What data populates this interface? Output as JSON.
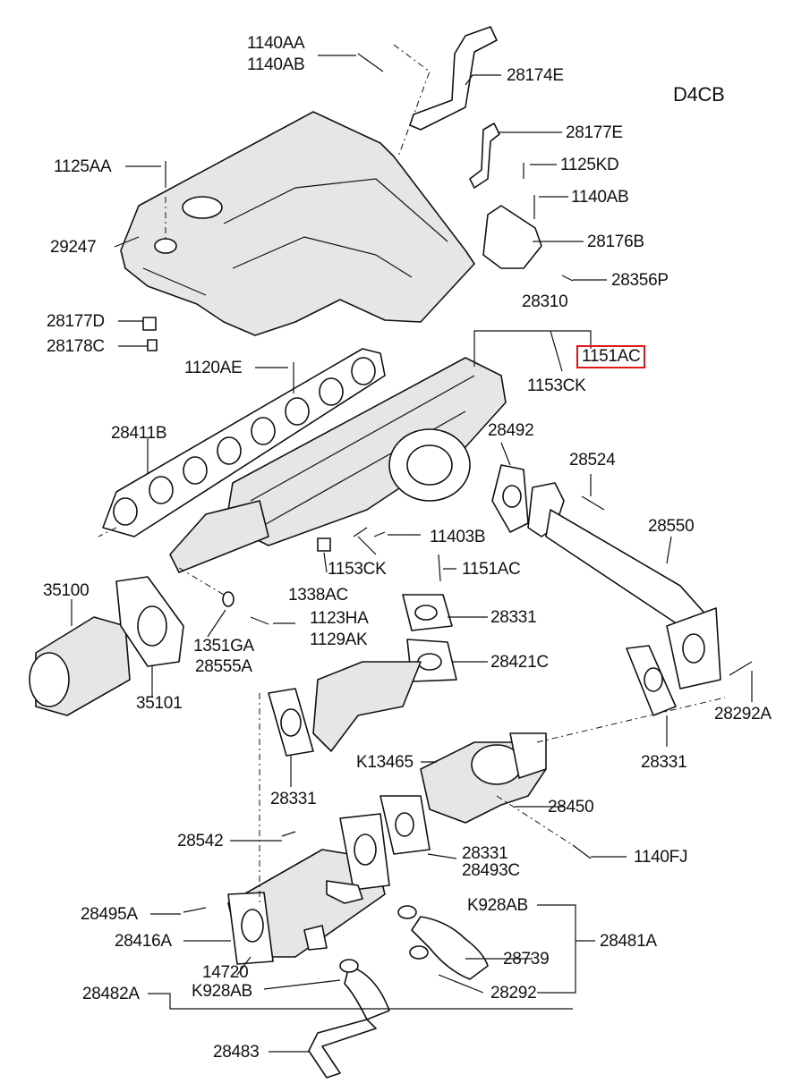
{
  "engine_code": "D4CB",
  "labels": {
    "p1140AA": "1140AA",
    "p1140AB_top": "1140AB",
    "p28174E": "28174E",
    "p28177E": "28177E",
    "p1125AA": "1125AA",
    "p1125KD": "1125KD",
    "p1140AB_mid": "1140AB",
    "p29247": "29247",
    "p28176B": "28176B",
    "p28356P": "28356P",
    "p28177D": "28177D",
    "p28178C": "28178C",
    "p28310": "28310",
    "p1151AC_box": "1151AC",
    "p1153CK_top": "1153CK",
    "p1120AE": "1120AE",
    "p28411B": "28411B",
    "p28492": "28492",
    "p28524": "28524",
    "p28550": "28550",
    "p11403B": "11403B",
    "p1153CK_mid": "1153CK",
    "p1151AC_mid": "1151AC",
    "p1338AC": "1338AC",
    "p35100": "35100",
    "p1123HA": "1123HA",
    "p1129AK": "1129AK",
    "p28331_a": "28331",
    "p1351GA": "1351GA",
    "p28555A": "28555A",
    "p28421C": "28421C",
    "p35101": "35101",
    "p28292A": "28292A",
    "pK13465": "K13465",
    "p28331_b": "28331",
    "p28331_c": "28331",
    "p28450": "28450",
    "p28542": "28542",
    "p28331_d": "28331",
    "p28493C": "28493C",
    "p1140FJ": "1140FJ",
    "pK928AB_a": "K928AB",
    "p28495A": "28495A",
    "p28416A": "28416A",
    "p28481A": "28481A",
    "p28739": "28739",
    "p14720": "14720",
    "p28482A": "28482A",
    "pK928AB_b": "K928AB",
    "p28292": "28292",
    "p28483": "28483"
  },
  "highlight_color": "#e0181b"
}
